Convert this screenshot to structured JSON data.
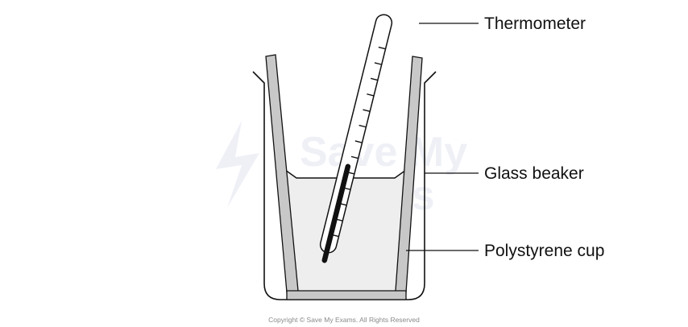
{
  "labels": {
    "thermometer": "Thermometer",
    "glass_beaker": "Glass beaker",
    "polystyrene_cup": "Polystyrene cup"
  },
  "watermark": {
    "line1": "Save My",
    "line2": "Exams"
  },
  "copyright": "Copyright © Save My Exams. All Rights Reserved",
  "colors": {
    "cup_wall": "#c8c8c8",
    "liquid": "#eeeeee",
    "outline": "#111111",
    "watermark": "#eef0f6"
  }
}
